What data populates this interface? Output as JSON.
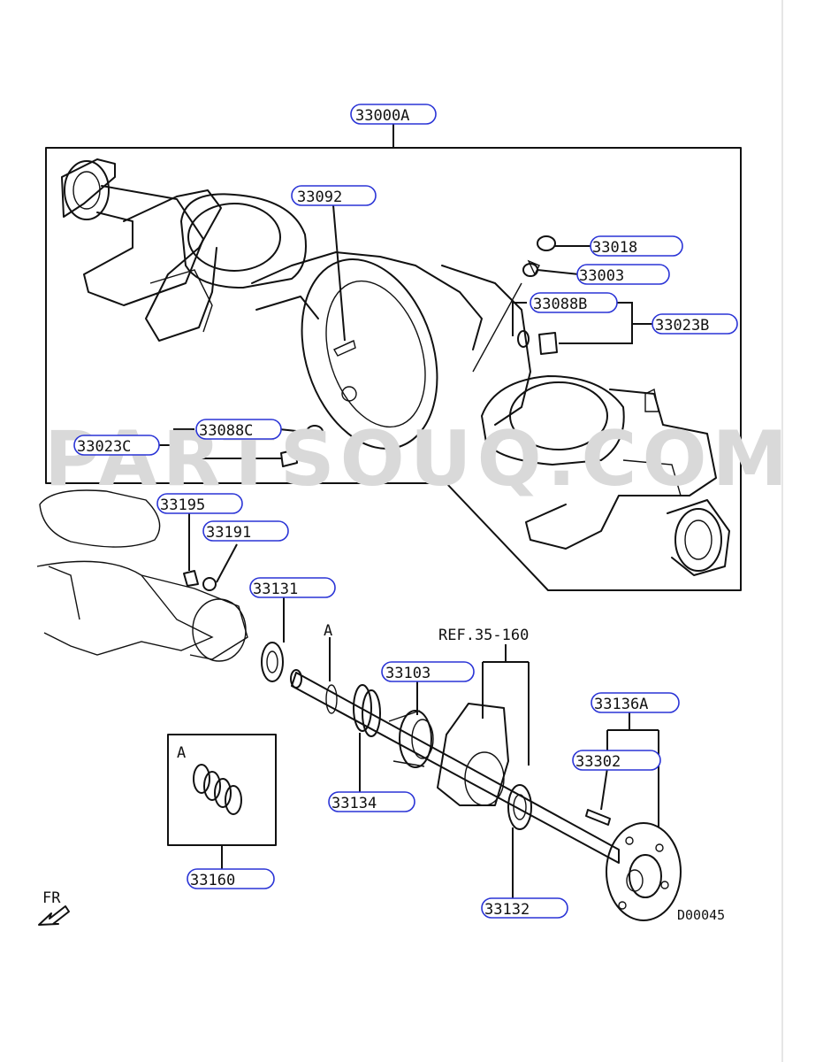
{
  "watermark": "PARTSOUQ.COM",
  "diagram_code": "D00045",
  "front_marker": "FR",
  "detail_letter": "A",
  "reference_note": "REF.35-160",
  "callouts": {
    "c33000A": "33000A",
    "c33092": "33092",
    "c33018": "33018",
    "c33003": "33003",
    "c33088B": "33088B",
    "c33023B": "33023B",
    "c33088C": "33088C",
    "c33023C": "33023C",
    "c33195": "33195",
    "c33191": "33191",
    "c33131": "33131",
    "c33103": "33103",
    "c33136A": "33136A",
    "c33302": "33302",
    "c33134": "33134",
    "c33160": "33160",
    "c33132": "33132"
  }
}
